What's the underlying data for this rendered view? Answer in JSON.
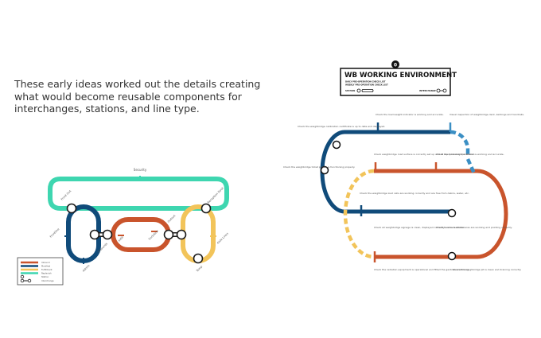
{
  "caption": "These early ideas worked out the details creating what would become reusable components for interchanges, stations, and line type.",
  "colors": {
    "teal": "#3ed6b0",
    "navy": "#104b7a",
    "orange": "#c9542c",
    "yellow": "#f2c45a",
    "blue_dashed": "#3b8fc4",
    "station_stroke": "#1a1a1a"
  },
  "sketch": {
    "top_label": "Security",
    "station_labels": [
      "Front Out",
      "Frontline",
      "Admin",
      "Inbounds",
      "Infill",
      "Sortation",
      "Outout",
      "Aisle Lines",
      "Reception Dock",
      "Temp"
    ],
    "legend_items": [
      "Inbound",
      "Manifest",
      "Fulfillment",
      "Replenish",
      "Station",
      "Interchange"
    ]
  },
  "map": {
    "badge": "0",
    "title": "WB WORKING ENVIRONMENT",
    "subtitle_lines": [
      "DAILY PRE-OPERATION CHECK LIST",
      "WEEKLY PRE-OPERATION CHECK LIST"
    ],
    "key_left": "STATION",
    "key_right": "INTERCHANGE",
    "station_labels": [
      "Check the load weight indicator is working and accurate.",
      "Visual inspection of weighbridge deck, kerbings and handrails.",
      "Check the weighbridge calibration certificate is up to date and displayed.",
      "Check the weighbridge ticket printer is functioning properly.",
      "Check weighbridge road surface is correctly set up and all equipment is operational.",
      "Check the load weight indicator is working and accurate.",
      "Check the weighbridge load cells are working correctly and are free from debris, water, etc.",
      "Check all weighbridge signage is clean, displayed correctly and is readable.",
      "Check to ensure all cameras are working and pointing correctly.",
      "Check the radiation equipment is operational and fitted the gantries is working.",
      "Check the weighbridge pit is clean and draining correctly."
    ]
  }
}
